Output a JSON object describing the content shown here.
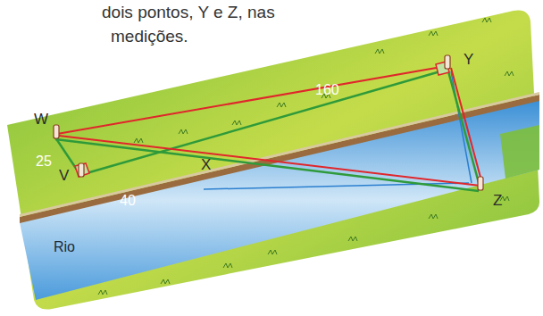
{
  "diagram": {
    "labels": [
      "dois pontos, Y e Z, nas",
      "medições.",
      "W",
      "V",
      "X",
      "Y",
      "Z",
      "25",
      "40",
      "160",
      "Rio"
    ]
  }
}
